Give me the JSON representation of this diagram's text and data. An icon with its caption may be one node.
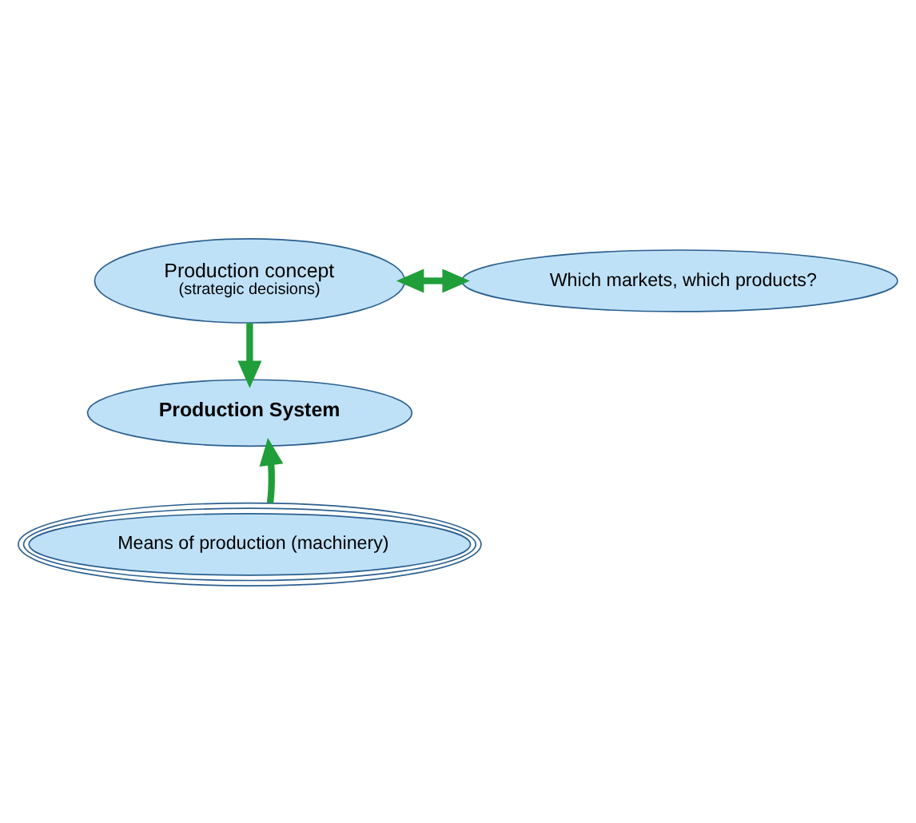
{
  "diagram": {
    "nodes": [
      {
        "text": [
          "Production concept",
          "(strategic decisions)"
        ]
      },
      {
        "text": [
          "Which markets, which products?"
        ]
      },
      {
        "text": [
          "Production System"
        ]
      },
      {
        "text": [
          "Means of production (machinery)"
        ]
      }
    ],
    "edges": [
      {
        "from": 0,
        "to": 1,
        "arrow": "both"
      },
      {
        "from": 0,
        "to": 2,
        "arrow": "to"
      },
      {
        "from": 3,
        "to": 2,
        "arrow": "to"
      }
    ]
  }
}
